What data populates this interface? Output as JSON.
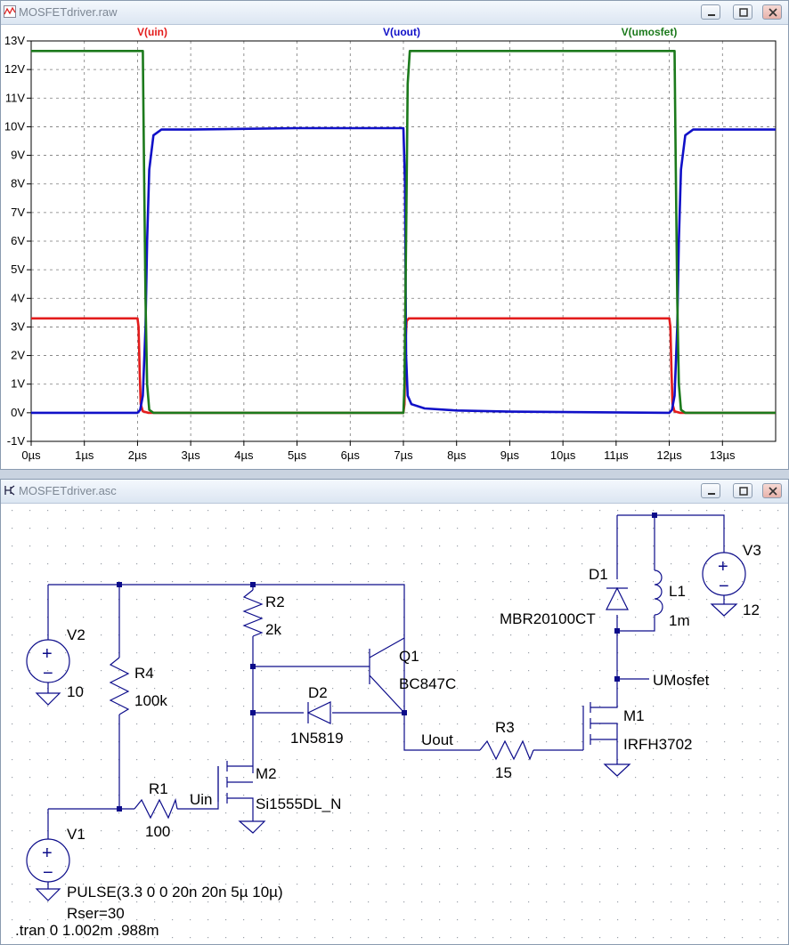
{
  "plot_window": {
    "title": "MOSFETdriver.raw",
    "controls": {
      "minimize": "minimize-icon",
      "maximize": "maximize-icon",
      "close": "close-icon"
    }
  },
  "schematic_window": {
    "title": "MOSFETdriver.asc",
    "controls": {
      "minimize": "minimize-icon",
      "maximize": "maximize-icon",
      "close": "close-icon"
    }
  },
  "chart_data": {
    "type": "line",
    "title": "",
    "xlabel": "",
    "ylabel": "",
    "xlim": [
      0,
      14
    ],
    "ylim": [
      -1,
      13
    ],
    "grid": true,
    "x_ticks": [
      "0µs",
      "1µs",
      "2µs",
      "3µs",
      "4µs",
      "5µs",
      "6µs",
      "7µs",
      "8µs",
      "9µs",
      "10µs",
      "11µs",
      "12µs",
      "13µs"
    ],
    "y_ticks": [
      "13V",
      "12V",
      "11V",
      "10V",
      "9V",
      "8V",
      "7V",
      "6V",
      "5V",
      "4V",
      "3V",
      "2V",
      "1V",
      "0V",
      "-1V"
    ],
    "legend": "top",
    "series": [
      {
        "name": "V(uin)",
        "color": "#e31c1c",
        "points": [
          [
            0,
            3.3
          ],
          [
            2.0,
            3.3
          ],
          [
            2.02,
            3.0
          ],
          [
            2.04,
            1.5
          ],
          [
            2.06,
            0.3
          ],
          [
            2.1,
            0.05
          ],
          [
            2.2,
            0
          ],
          [
            7.0,
            0
          ],
          [
            7.02,
            0.3
          ],
          [
            7.04,
            2.5
          ],
          [
            7.06,
            3.2
          ],
          [
            7.1,
            3.3
          ],
          [
            12.0,
            3.3
          ],
          [
            12.02,
            3.0
          ],
          [
            12.04,
            1.5
          ],
          [
            12.06,
            0.3
          ],
          [
            12.1,
            0.05
          ],
          [
            12.2,
            0
          ],
          [
            14,
            0
          ]
        ]
      },
      {
        "name": "V(uout)",
        "color": "#1010c8",
        "points": [
          [
            0,
            0
          ],
          [
            2.0,
            0
          ],
          [
            2.05,
            0.1
          ],
          [
            2.1,
            0.6
          ],
          [
            2.15,
            3
          ],
          [
            2.18,
            6
          ],
          [
            2.22,
            8.5
          ],
          [
            2.3,
            9.7
          ],
          [
            2.45,
            9.9
          ],
          [
            3.0,
            9.9
          ],
          [
            5.0,
            9.95
          ],
          [
            7.0,
            9.95
          ],
          [
            7.03,
            8
          ],
          [
            7.05,
            2
          ],
          [
            7.08,
            0.6
          ],
          [
            7.15,
            0.3
          ],
          [
            7.4,
            0.15
          ],
          [
            8.0,
            0.08
          ],
          [
            9.0,
            0.04
          ],
          [
            12.0,
            0
          ],
          [
            12.05,
            0.1
          ],
          [
            12.1,
            0.6
          ],
          [
            12.15,
            3
          ],
          [
            12.18,
            6
          ],
          [
            12.22,
            8.5
          ],
          [
            12.3,
            9.7
          ],
          [
            12.45,
            9.9
          ],
          [
            14,
            9.9
          ]
        ]
      },
      {
        "name": "V(umosfet)",
        "color": "#1c7a1c",
        "points": [
          [
            0,
            12.65
          ],
          [
            2.1,
            12.65
          ],
          [
            2.12,
            9
          ],
          [
            2.15,
            4
          ],
          [
            2.18,
            1
          ],
          [
            2.22,
            0.1
          ],
          [
            2.3,
            0
          ],
          [
            7.0,
            0
          ],
          [
            7.02,
            1
          ],
          [
            7.05,
            6
          ],
          [
            7.08,
            11.5
          ],
          [
            7.12,
            12.65
          ],
          [
            12.1,
            12.65
          ],
          [
            12.12,
            9
          ],
          [
            12.15,
            4
          ],
          [
            12.18,
            1
          ],
          [
            12.22,
            0.1
          ],
          [
            12.3,
            0
          ],
          [
            14,
            0
          ]
        ]
      }
    ]
  },
  "schematic": {
    "labels": {
      "v2": "V2",
      "v2_value": "10",
      "v1": "V1",
      "v1_value": "PULSE(3.3 0 0 20n 20n 5µ 10µ)",
      "v1_rser": "Rser=30",
      "v3": "V3",
      "v3_value": "12",
      "r4": "R4",
      "r4_value": "100k",
      "r2": "R2",
      "r2_value": "2k",
      "r1": "R1",
      "r1_value": "100",
      "r3": "R3",
      "r3_value": "15",
      "q1": "Q1",
      "q1_model": "BC847C",
      "d2": "D2",
      "d2_model": "1N5819",
      "d1": "D1",
      "d1_model": "MBR20100CT",
      "l1": "L1",
      "l1_value": "1m",
      "m2": "M2",
      "m2_model": "Si1555DL_N",
      "m1": "M1",
      "m1_model": "IRFH3702",
      "net_uin": "Uin",
      "net_uout": "Uout",
      "net_umosfet": "UMosfet",
      "directive": ".tran 0 1.002m .988m"
    }
  }
}
